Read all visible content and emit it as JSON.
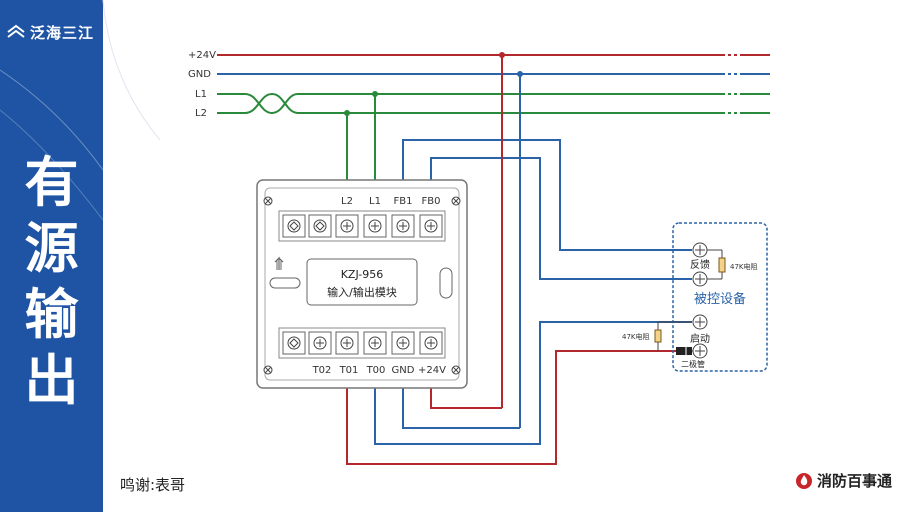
{
  "sidebar": {
    "logo_text": "泛海三江",
    "title_chars": [
      "有",
      "源",
      "输",
      "出"
    ]
  },
  "bus": {
    "plus24v": "+24V",
    "gnd": "GND",
    "l1": "L1",
    "l2": "L2"
  },
  "module": {
    "top_terminals": [
      "L2",
      "L1",
      "FB1",
      "FB0"
    ],
    "model": "KZJ-956",
    "name": "输入/输出模块",
    "bottom_terminals": [
      "T02",
      "T01",
      "T00",
      "GND",
      "+24V"
    ]
  },
  "device": {
    "feedback_label": "反馈",
    "resistor_right": "47K电阻",
    "device_label": "被控设备",
    "start_label": "启动",
    "resistor_left": "47K电阻",
    "diode_label": "二极管"
  },
  "footer": {
    "credit": "鸣谢:表哥",
    "brand": "消防百事通"
  },
  "colors": {
    "red": "#b2282c",
    "blue": "#2a63a8",
    "green": "#2a8a3c",
    "sidebar": "#1e54a3"
  }
}
